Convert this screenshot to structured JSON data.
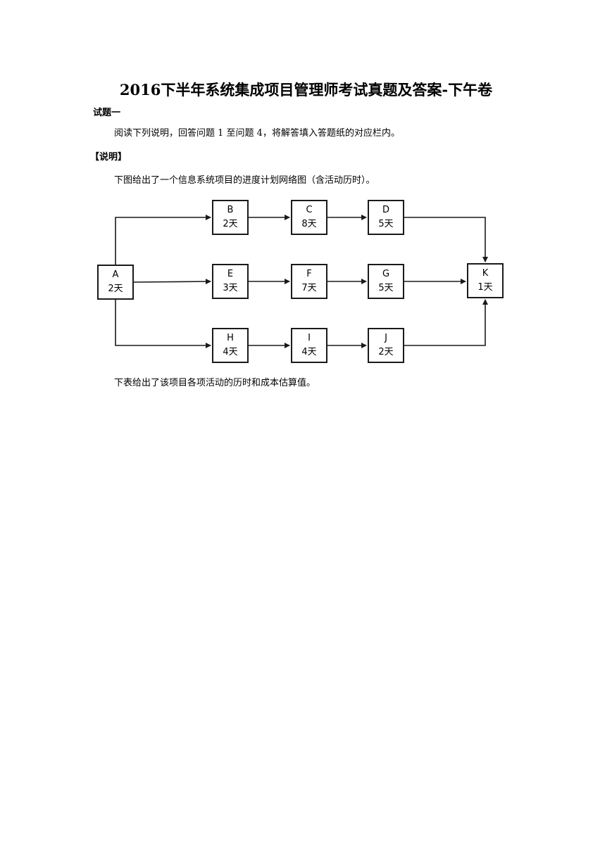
{
  "document": {
    "title": "2016下半年系统集成项目管理师考试真题及答案-下午卷",
    "section_heading": "试题一",
    "intro": "阅读下列说明，回答问题 1 至问题 4，将解答填入答题纸的对应栏内。",
    "explanation_heading": "【说明】",
    "diagram_intro": "下图给出了一个信息系统项目的进度计划网络图（含活动历时）。",
    "table_intro": "下表给出了该项目各项活动的历时和成本估算值。"
  },
  "network": {
    "nodes": [
      {
        "id": "A",
        "duration": "2天"
      },
      {
        "id": "B",
        "duration": "2天"
      },
      {
        "id": "C",
        "duration": "8天"
      },
      {
        "id": "D",
        "duration": "5天"
      },
      {
        "id": "E",
        "duration": "3天"
      },
      {
        "id": "F",
        "duration": "7天"
      },
      {
        "id": "G",
        "duration": "5天"
      },
      {
        "id": "H",
        "duration": "4天"
      },
      {
        "id": "I",
        "duration": "4天"
      },
      {
        "id": "J",
        "duration": "2天"
      },
      {
        "id": "K",
        "duration": "1天"
      }
    ],
    "edges": [
      [
        "A",
        "B"
      ],
      [
        "B",
        "C"
      ],
      [
        "C",
        "D"
      ],
      [
        "D",
        "K"
      ],
      [
        "A",
        "E"
      ],
      [
        "E",
        "F"
      ],
      [
        "F",
        "G"
      ],
      [
        "G",
        "K"
      ],
      [
        "A",
        "H"
      ],
      [
        "H",
        "I"
      ],
      [
        "I",
        "J"
      ],
      [
        "J",
        "K"
      ]
    ],
    "line_color": "#1a1a1a"
  }
}
